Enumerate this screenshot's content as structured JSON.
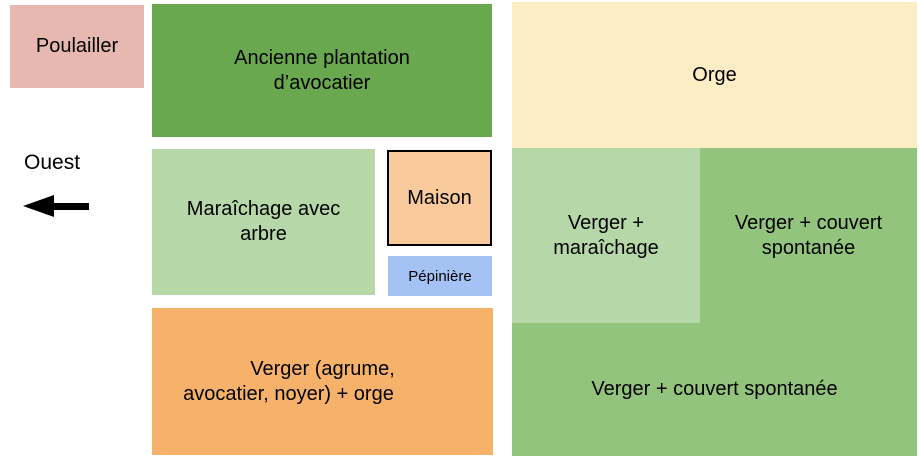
{
  "diagram": {
    "background_color": "#ffffff",
    "text_color": "#000000",
    "compass": {
      "direction_label": "Ouest",
      "arrow_icon": "left-arrow",
      "arrow_color": "#000000"
    },
    "zones": {
      "poulailler": {
        "label": "Poulailler",
        "color": "#e6b8af"
      },
      "ancienne_plantation": {
        "label": "Ancienne plantation\nd’avocatier",
        "color": "#6aa84f"
      },
      "orge": {
        "label": "Orge",
        "color": "#fcedc5"
      },
      "maraichage_avec_arbre": {
        "label": "Maraîchage avec\narbre",
        "color": "#b6d7a8"
      },
      "maison": {
        "label": "Maison",
        "color": "#f9cb9c",
        "border_color": "#000000"
      },
      "pepiniere": {
        "label": "Pépinière",
        "color": "#a4c2f4"
      },
      "verger_agrume_orge": {
        "label_line1": "Verger (agrume,",
        "label_line2": "avocatier, noyer) + orge",
        "color": "#f6b26b"
      },
      "verger_couvert_region": {
        "color": "#93c47d",
        "label_top": "Verger + couvert\nspontanée",
        "label_bottom": "Verger + couvert spontanée"
      },
      "verger_maraichage": {
        "label": "Verger +\nmaraîchage",
        "color": "#b6d7a8"
      }
    }
  }
}
